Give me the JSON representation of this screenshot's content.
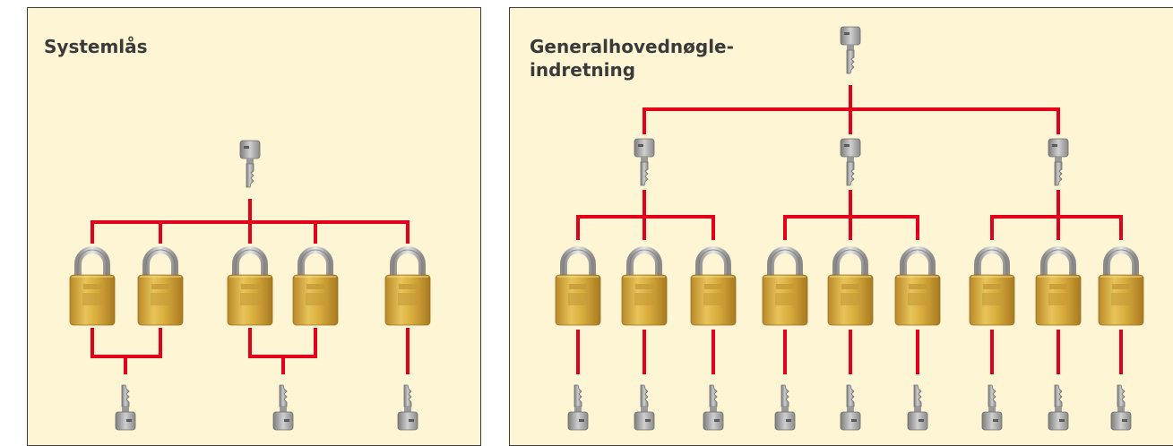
{
  "panels": {
    "left": {
      "title": "Systemlås"
    },
    "right": {
      "title_line1": "Generalhovednøgle-",
      "title_line2": "indretning"
    }
  },
  "colors": {
    "background": "#fdf5d3",
    "connector": "#e2001a",
    "lock_body": "#d8ac3c",
    "shackle": "#a8a8a8",
    "key": "#9a9a9a"
  },
  "icons": [
    "padlock-icon",
    "key-icon"
  ]
}
